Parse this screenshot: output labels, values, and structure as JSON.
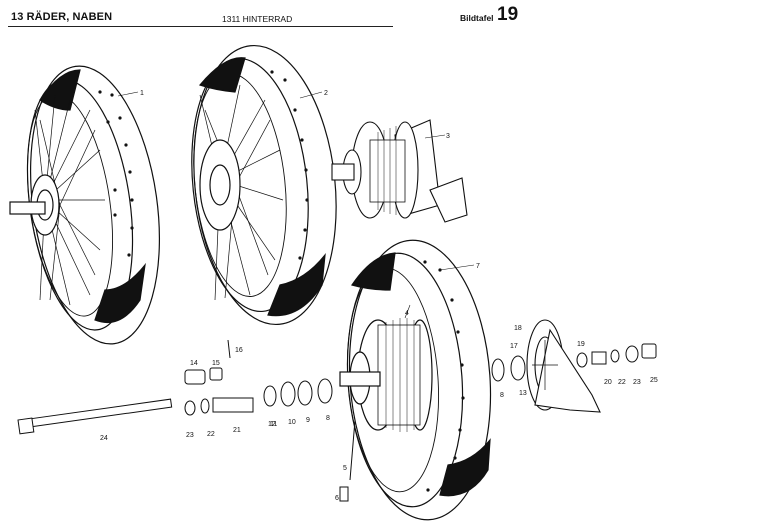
{
  "header": {
    "section": "13 RÄDER, NABEN",
    "subtitle": "1311 HINTERRAD",
    "plate_label": "Bildtafel",
    "plate_number": "19"
  },
  "callouts": [
    "1",
    "2",
    "3",
    "4",
    "5",
    "6",
    "7",
    "8",
    "8",
    "9",
    "10",
    "11",
    "12",
    "13",
    "14",
    "15",
    "16",
    "17",
    "18",
    "19",
    "20",
    "21",
    "22",
    "22",
    "23",
    "23",
    "24",
    "25"
  ]
}
